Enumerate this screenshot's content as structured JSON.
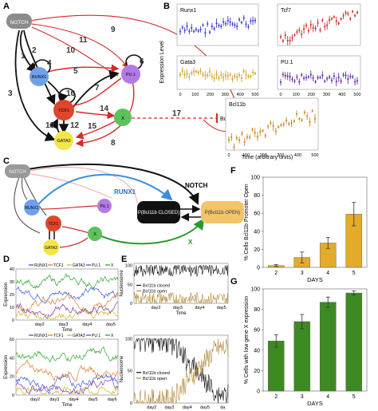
{
  "panels": {
    "A": "A",
    "B": "B",
    "C": "C",
    "D": "D",
    "E": "E",
    "F": "F",
    "G": "G"
  },
  "network": {
    "nodes": {
      "notch": "NOTCH",
      "runx1": "RUNX1",
      "pu1": "PU.1",
      "tcf1": "TCF1",
      "x": "X",
      "gata3": "GATA3",
      "bcl11b": "Bcl11b"
    },
    "edge_labels": [
      "1",
      "2",
      "3",
      "4",
      "5",
      "6",
      "7",
      "8",
      "9",
      "10",
      "11",
      "12",
      "13",
      "14",
      "15",
      "16",
      "17"
    ]
  },
  "panel_b": {
    "ylabel": "Expression Level",
    "xlabel": "Time (arbitrary units)",
    "subplots": {
      "runx1": "Runx1",
      "tcf7": "Tcf7",
      "gata3": "Gata3",
      "pu1": "PU.1",
      "bcl11b": "Bcl11b"
    },
    "ticks": [
      "0",
      "100",
      "200",
      "300",
      "400",
      "500"
    ],
    "colors": {
      "runx1": "#3b3bd1",
      "tcf7": "#d12d2d",
      "gata3": "#d8a528",
      "pu1": "#6a2fa8",
      "bcl11b": "#c8872a"
    }
  },
  "panel_c": {
    "notch": "NOTCH",
    "runx1": "RUNX1",
    "pu1": "PU.1",
    "tcf1": "TCF1",
    "x": "X",
    "gata3": "GATA3",
    "notch_arrow": "NOTCH",
    "runx1_arrow": "RUNX1",
    "x_arrow": "X",
    "closed_state": "P(Bcl11b CLOSED)",
    "open_state": "P(Bcl11b OPEN)"
  },
  "panel_d": {
    "legend": [
      "RUNX1",
      "TCF1",
      "GATA3",
      "PU.1",
      "X"
    ],
    "legend_colors": [
      "#3b5bd8",
      "#e07b2a",
      "#d6b42a",
      "#7a3fb3",
      "#2ea82e"
    ],
    "ylabel": "Expression",
    "xlabel": "Time",
    "yticks_top": [
      "0",
      "10",
      "20",
      "30",
      "40"
    ],
    "yticks_bottom": [
      "0",
      "20",
      "40",
      "60"
    ],
    "xticks_top": [
      "day2",
      "day3",
      "day4",
      "day5"
    ],
    "xticks_bottom": [
      "day2",
      "day3",
      "day4",
      "day5",
      "day6"
    ]
  },
  "panel_e": {
    "ylabel": "Nucleosome",
    "xlabel": "Time",
    "legend": [
      "Bcl11b closed",
      "Bcl11b open"
    ],
    "yticks": [
      "0",
      "50",
      "100"
    ],
    "xticks_top": [
      "day2",
      "day3",
      "day4",
      "day5"
    ],
    "xticks_bottom": [
      "day2",
      "day3",
      "day4",
      "day5",
      "da"
    ]
  },
  "chart_data": [
    {
      "type": "bar",
      "categories": [
        "2",
        "3",
        "4",
        "5"
      ],
      "values": [
        2,
        11,
        27,
        59
      ],
      "errors": [
        1,
        6,
        6,
        13
      ],
      "ylabel": "% Cells Bcl11b Promoter Open",
      "xlabel": "DAYS",
      "ylim": [
        0,
        100
      ],
      "yticks": [
        "0",
        "20",
        "40",
        "60",
        "80",
        "100"
      ],
      "color": "#e3aa2c"
    },
    {
      "type": "bar",
      "categories": [
        "2",
        "3",
        "4",
        "5"
      ],
      "values": [
        49,
        68,
        87,
        96
      ],
      "errors": [
        6,
        7,
        5,
        2
      ],
      "ylabel": "% Cells with low gene X expression",
      "xlabel": "DAYS",
      "ylim": [
        0,
        100
      ],
      "yticks": [
        "0",
        "20",
        "40",
        "60",
        "80",
        "100"
      ],
      "color": "#3d8a22"
    }
  ]
}
